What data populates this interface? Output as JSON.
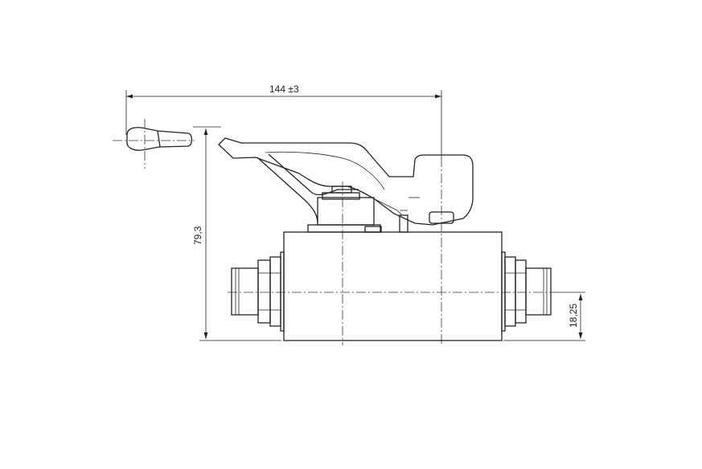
{
  "drawing": {
    "dimension_width": "144 ±3",
    "dimension_height": "79,3",
    "dimension_port_center": "18,25"
  },
  "colors": {
    "line": "#222222",
    "background": "#ffffff"
  }
}
